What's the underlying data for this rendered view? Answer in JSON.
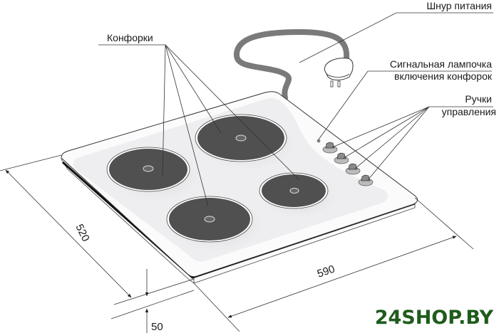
{
  "title": "Варочная панель — схема и размеры",
  "labels": {
    "power_cord": "Шнур питания",
    "burners": "Конфорки",
    "indicator_line1": "Сигнальная лампочка",
    "indicator_line2": "включения конфорок",
    "knobs_line1": "Ручки",
    "knobs_line2": "управления"
  },
  "dimensions": {
    "depth": "520",
    "width": "590",
    "height": "50"
  },
  "burners": [
    {
      "name": "front-left-burner",
      "size": "large"
    },
    {
      "name": "rear-left-burner",
      "size": "large"
    },
    {
      "name": "rear-right-burner",
      "size": "large"
    },
    {
      "name": "front-right-burner",
      "size": "small"
    }
  ],
  "knobs_count": 4,
  "watermark": {
    "text": "24SHOP.BY",
    "color": "#1f5b1c"
  },
  "colors": {
    "burner": "#505050",
    "cord": "#7a7a7a",
    "surface": "#f1f1f3",
    "trim": "#111111",
    "line": "#333333"
  }
}
